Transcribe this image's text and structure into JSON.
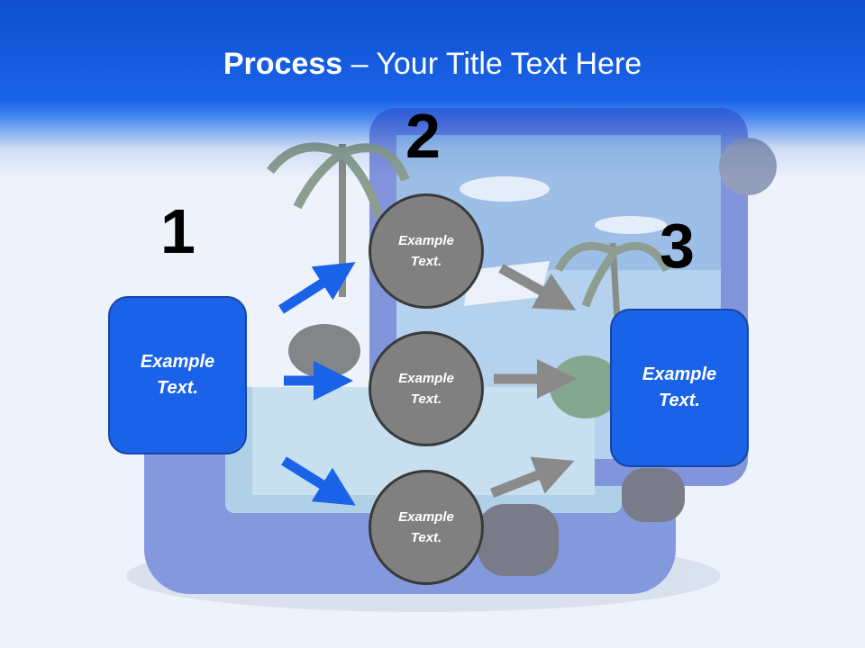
{
  "slide": {
    "title_bold": "Process",
    "title_rest": " – Your Title Text Here"
  },
  "process": {
    "step1": {
      "number": "1",
      "text": "Example Text."
    },
    "step2": {
      "number": "2",
      "items": [
        {
          "text": "Example Text."
        },
        {
          "text": "Example Text."
        },
        {
          "text": "Example Text."
        }
      ]
    },
    "step3": {
      "number": "3",
      "text": "Example Text."
    }
  },
  "colors": {
    "header_blue": "#1a63e8",
    "box_blue": "#1a63e8",
    "circle_gray": "#808080",
    "arrow_blue": "#1a63e8",
    "arrow_gray": "#8a8a8a"
  }
}
